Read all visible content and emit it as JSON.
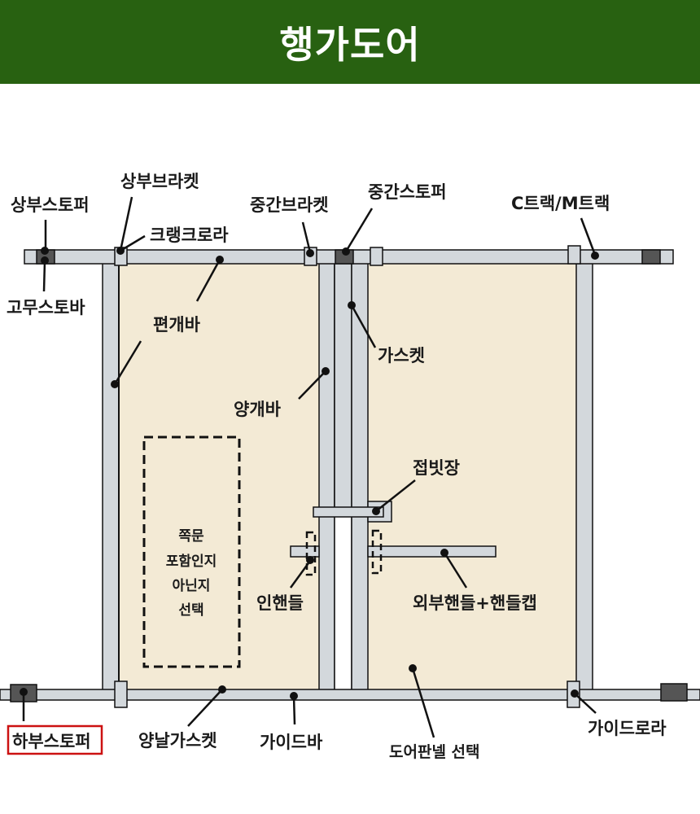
{
  "header": {
    "title": "행가도어",
    "background": "#286111"
  },
  "colors": {
    "panel": "#f3ead5",
    "bar": "#d3d8dc",
    "stopper": "#555555",
    "highlight_box": "#cc1111"
  },
  "labels": {
    "top_stopper": "상부스토퍼",
    "top_bracket": "상부브라켓",
    "crank_roller": "크랭크로라",
    "mid_bracket": "중간브라켓",
    "mid_stopper": "중간스토퍼",
    "track": "C트랙/M트랙",
    "rubber_stopper": "고무스토바",
    "single_bar": "편개바",
    "gasket": "가스켓",
    "double_bar": "양개바",
    "hinge": "접빗장",
    "inner_handle": "인핸들",
    "outer_handle": "외부핸들+핸들캡",
    "bottom_stopper": "하부스토퍼",
    "double_gasket": "양날가스켓",
    "guide_bar": "가이드바",
    "door_panel": "도어판넬 선택",
    "guide_roller": "가이드로라"
  },
  "wicket_note": {
    "lines": [
      "쪽문",
      "포함인지",
      "아닌지",
      "선택"
    ]
  }
}
